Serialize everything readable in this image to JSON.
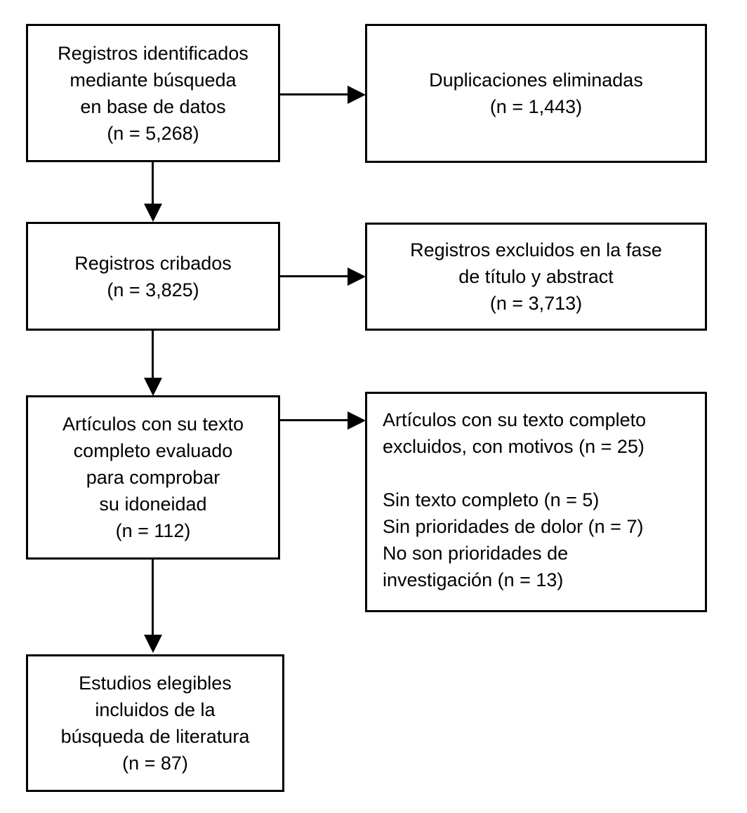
{
  "diagram": {
    "type": "prisma-flow-diagram",
    "language": "es",
    "stroke_color": "#000000",
    "background_color": "#ffffff",
    "boxes": [
      {
        "id": "identification",
        "column": "left",
        "row": 1,
        "align": "center",
        "lines": [
          "Registros identificados",
          "mediante búsqueda",
          "en base de datos",
          "(n = 5,268)"
        ],
        "count_label": "(n = 5,268)",
        "count": 5268
      },
      {
        "id": "duplicates-removed",
        "column": "right",
        "row": 1,
        "align": "center",
        "lines": [
          "Duplicaciones eliminadas",
          "(n = 1,443)"
        ],
        "count_label": "(n = 1,443)",
        "count": 1443
      },
      {
        "id": "records-screened",
        "column": "left",
        "row": 2,
        "align": "center",
        "lines": [
          "Registros cribados",
          "(n = 3,825)"
        ],
        "count_label": "(n = 3,825)",
        "count": 3825
      },
      {
        "id": "records-excluded-title-abstract",
        "column": "right",
        "row": 2,
        "align": "center",
        "lines": [
          "Registros excluidos en la fase",
          "de título y abstract",
          "(n = 3,713)"
        ],
        "count_label": "(n = 3,713)",
        "count": 3713
      },
      {
        "id": "fulltext-assessed",
        "column": "left",
        "row": 3,
        "align": "center",
        "lines": [
          "Artículos con su texto",
          "completo evaluado",
          "para comprobar",
          "su idoneidad",
          "(n = 112)"
        ],
        "count_label": "(n = 112)",
        "count": 112
      },
      {
        "id": "fulltext-excluded-reasons",
        "column": "right",
        "row": 3,
        "align": "left",
        "lines": [
          "Artículos con su texto completo",
          "excluidos, con motivos (n = 25)",
          "",
          "Sin texto completo (n = 5)",
          "Sin prioridades de dolor (n = 7)",
          "No son prioridades de",
          "investigación (n = 13)"
        ],
        "count_label": "(n = 25)",
        "count": 25,
        "reasons": [
          {
            "label": "Sin texto completo",
            "count_label": "(n = 5)",
            "count": 5
          },
          {
            "label": "Sin prioridades de dolor",
            "count_label": "(n = 7)",
            "count": 7
          },
          {
            "label": "No son prioridades de investigación",
            "count_label": "(n = 13)",
            "count": 13
          }
        ]
      },
      {
        "id": "studies-included",
        "column": "left",
        "row": 4,
        "align": "center",
        "lines": [
          "Estudios elegibles",
          "incluidos de la",
          "búsqueda de literatura",
          "(n = 87)"
        ],
        "count_label": "(n = 87)",
        "count": 87
      }
    ],
    "connectors": [
      {
        "id": "identification-to-duplicates",
        "direction": "right"
      },
      {
        "id": "identification-to-screened",
        "direction": "down"
      },
      {
        "id": "screened-to-excluded",
        "direction": "right"
      },
      {
        "id": "screened-to-fulltext",
        "direction": "down"
      },
      {
        "id": "fulltext-to-excluded-reasons",
        "direction": "right"
      },
      {
        "id": "fulltext-to-included",
        "direction": "down"
      }
    ]
  }
}
